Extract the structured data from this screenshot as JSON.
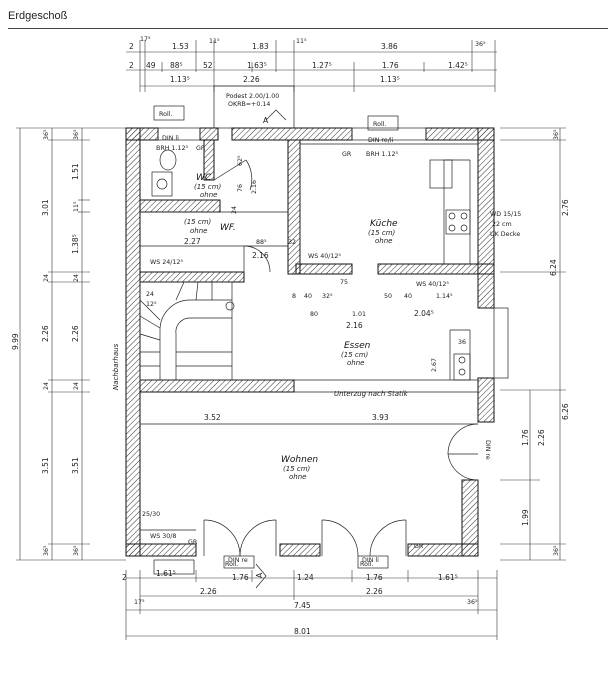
{
  "title": "Erdgeschoß",
  "rooms": {
    "wc": {
      "name": "WC",
      "h": "(15 cm)",
      "note": "ohne"
    },
    "wf": {
      "name": "WF.",
      "h": "(15 cm)",
      "note": "ohne"
    },
    "kueche": {
      "name": "Küche",
      "h": "(15 cm)",
      "note": "ohne"
    },
    "essen": {
      "name": "Essen",
      "h": "(15 cm)",
      "note": "ohne"
    },
    "wohnen": {
      "name": "Wohnen",
      "h": "(15 cm)",
      "note": "ohne"
    }
  },
  "labels": {
    "podest": "Podest 2.00/1.00",
    "okrb": "OKRB=+0.14",
    "roll": "Roll.",
    "din_li": "DIN li",
    "din_reli": "DIN re/li",
    "din_re": "DIN re",
    "din_li2": "DIN li",
    "gr": "GR",
    "brh_wc": "BRH 1.12⁵",
    "brh_k": "BRH 1.12⁵",
    "wd": "WD 15/15",
    "wd2": "22 cm",
    "uk": "UK Decke",
    "ws1": "WS 24/12⁵",
    "ws2": "WS 40/12⁵",
    "ws3": "WS 40/12⁵",
    "ws4": "WS 30/8",
    "unterzug": "Unterzug nach Statik",
    "nachbarhaus": "Nachbarhaus",
    "wall_w": "25/30"
  },
  "dims_top": {
    "row1": [
      "2",
      "17⁵",
      "1.53",
      "11⁵",
      "1.83",
      "11⁵",
      "3.86",
      "36⁵"
    ],
    "row2": [
      "2",
      "49",
      "88⁵",
      "52",
      "1.63⁵",
      "1.27⁵",
      "1.76",
      "1.42⁵"
    ],
    "row3": [
      "1.13⁵",
      "2.26",
      "1.13⁵"
    ]
  },
  "dims_bottom": {
    "row1": [
      "2",
      "1.61⁵",
      "1.76",
      "1.24",
      "1.76",
      "1.61⁵"
    ],
    "row2": [
      "2.26",
      "2.26"
    ],
    "row3": [
      "17⁵",
      "7.45",
      "36⁵"
    ],
    "row4": [
      "8.01"
    ]
  },
  "dims_left": {
    "outer": "9.99",
    "mid": [
      "36⁵",
      "3.01",
      "24",
      "2.26",
      "24",
      "3.51",
      "36⁵"
    ],
    "inner": [
      "36⁵",
      "1.51",
      "11⁵",
      "1.38⁵",
      "24",
      "2.26",
      "24",
      "3.51",
      "36⁵"
    ]
  },
  "dims_right": {
    "outer": [
      "36⁵",
      "2.76",
      "6.24",
      "6.26",
      "36⁵"
    ],
    "inner": [
      "1.76",
      "2.26",
      "1.99"
    ]
  },
  "dims_inner": [
    "62⁵",
    "76",
    "2.16",
    "24",
    "2.27",
    "88⁵",
    "32",
    "2.16",
    "8",
    "40",
    "32⁵",
    "50",
    "40",
    "1.14⁵",
    "80",
    "1.01",
    "2.04⁵",
    "2.16",
    "75",
    "24",
    "12⁵",
    "3.52",
    "3.93",
    "36",
    "2.67"
  ]
}
